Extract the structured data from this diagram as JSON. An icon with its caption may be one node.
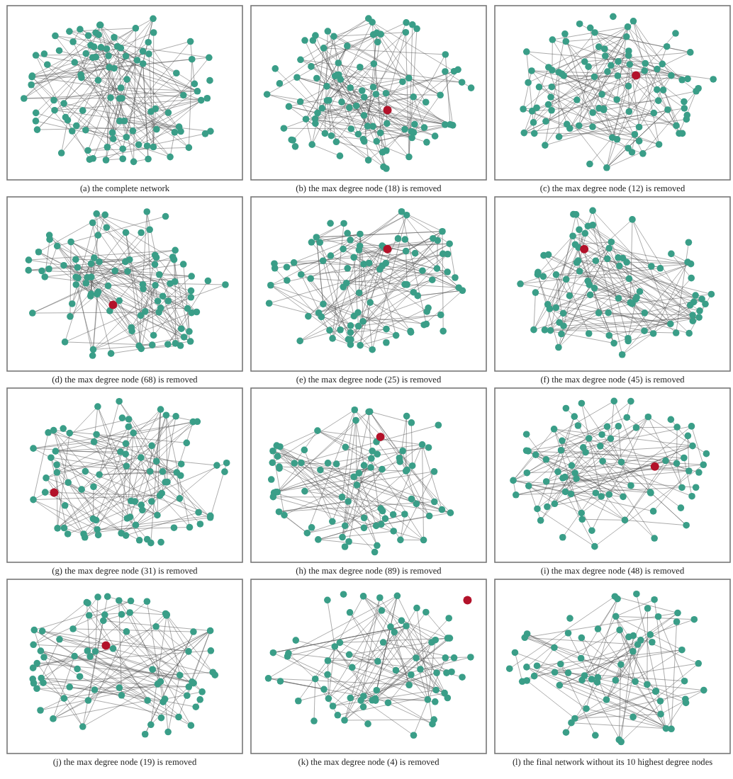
{
  "diagram": {
    "labels": [
      "(a) the complete network",
      "(b) the max degree node (18) is removed",
      "(c) the max degree node (12) is removed",
      "(d) the max degree node (68) is removed",
      "(e) the max degree node (25) is removed",
      "(f) the max degree node (45) is removed",
      "(g) the max degree node (31) is removed",
      "(h) the max degree node (89) is removed",
      "(i) the max degree node (48) is removed",
      "(j) the max degree node (19) is removed",
      "(k) the max degree node (4) is removed",
      "(l) the final network without its 10 highest degree nodes"
    ]
  }
}
